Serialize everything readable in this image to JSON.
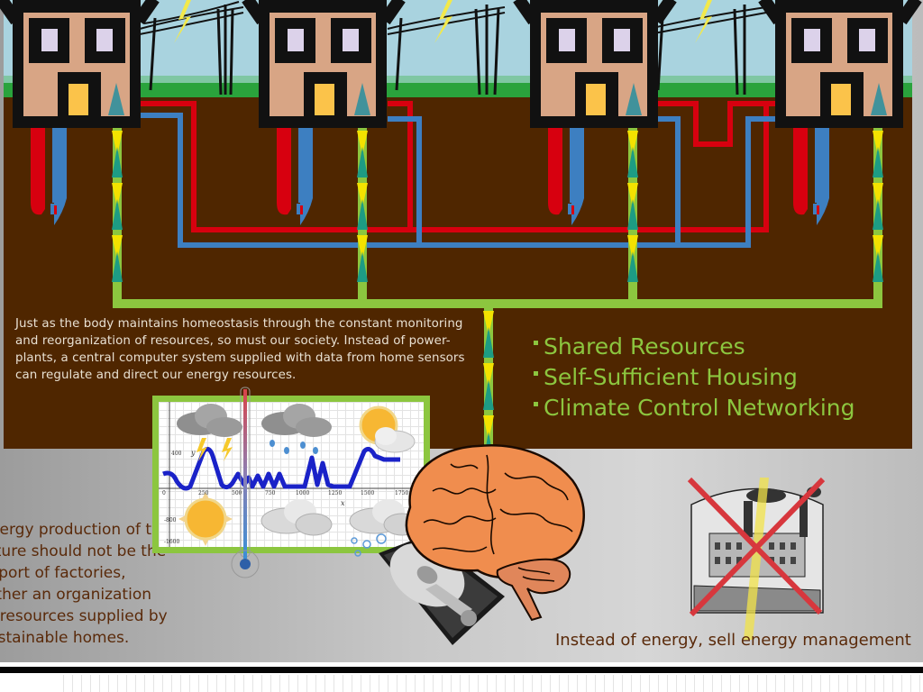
{
  "slide": {
    "body_paragraph": "Just as the body maintains homeostasis through the constant monitoring and reorganization of resources, so must our society. Instead of power-plants, a central computer system supplied with data from home sensors can regulate and direct our energy resources.",
    "body_lines": [
      "Just as the body maintains homeostasis through the constant monitoring",
      "and reorganization of resources, so must our society. Instead of power-",
      "plants, a central computer system supplied with data from home sensors",
      "can regulate and direct our energy resources."
    ],
    "bullets": [
      "Shared Resources",
      "Self-Sufficient Housing",
      "Climate Control Networking"
    ],
    "left_text_lines": [
      "Energy production of the",
      "future should not be the",
      "export of factories,",
      "rather an organization",
      "of resources supplied by",
      "sustainable homes."
    ],
    "bottom_caption": "Instead of energy, sell energy management",
    "colors": {
      "soil": "#4f2600",
      "grass": "#2aa33c",
      "sky": "#a9d3df",
      "accent_green": "#8cc63f",
      "hot_pipe": "#d7000f",
      "cold_pipe": "#3d7fc1",
      "caption_brown": "#5a2a0a"
    }
  },
  "houses": [
    {
      "name": "house-1"
    },
    {
      "name": "house-2"
    },
    {
      "name": "house-3"
    },
    {
      "name": "house-4"
    }
  ],
  "weather_chart": {
    "x_ticks": [
      "0",
      "250",
      "500",
      "750",
      "1000",
      "1250",
      "1500",
      "1750"
    ],
    "y_ticks": [
      "400",
      "-800",
      "-1600"
    ],
    "x_axis_label": "x",
    "y_axis_label": "y",
    "icons": [
      "storm-cloud-icon",
      "rain-cloud-icon",
      "sun-cloud-icon",
      "sun-icon",
      "cloud-icon",
      "cloud-icon",
      "thermometer-icon"
    ]
  },
  "images": [
    "brain-illustration",
    "hard-drive-illustration",
    "crossed-out-factory-illustration"
  ]
}
